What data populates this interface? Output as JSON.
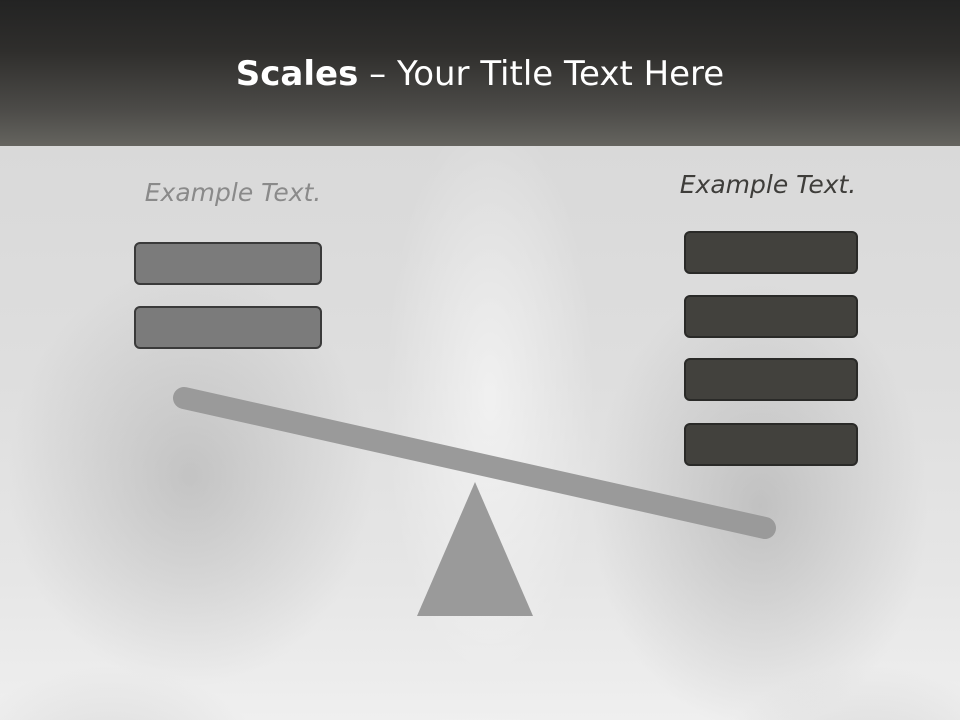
{
  "title": {
    "bold": "Scales",
    "rest": " – Your Title Text Here"
  },
  "left_side": {
    "label": "Example Text.",
    "boxes": 2
  },
  "right_side": {
    "label": "Example Text.",
    "boxes": 4
  },
  "colors": {
    "header_dark": "#232323",
    "left_box": "#7b7b7b",
    "right_box": "#42413d",
    "beam": "#9a9a9a",
    "fulcrum": "#9a9a9a",
    "left_label": "#8a8a8a",
    "right_label": "#3e3d3a"
  }
}
